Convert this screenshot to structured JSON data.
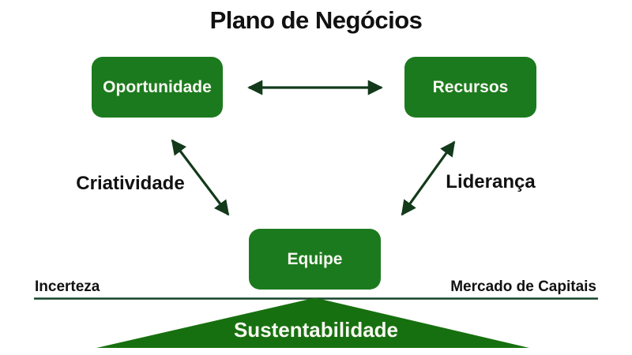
{
  "title": "Plano de Negócios",
  "nodes": {
    "opportunity": {
      "label": "Oportunidade"
    },
    "resources": {
      "label": "Recursos"
    },
    "team": {
      "label": "Equipe"
    }
  },
  "edges": {
    "creativity_label": "Criatividade",
    "leadership_label": "Liderança"
  },
  "baseline": {
    "left_label": "Incerteza",
    "right_label": "Mercado de Capitais"
  },
  "foundation": {
    "label": "Sustentabilidade"
  },
  "colors": {
    "box_green": "#1c7a1e",
    "triangle_green": "#17700f",
    "arrow_green": "#133a1b",
    "baseline_green": "#15432b",
    "ink": "#111111",
    "box_text": "#f8f8f2"
  }
}
